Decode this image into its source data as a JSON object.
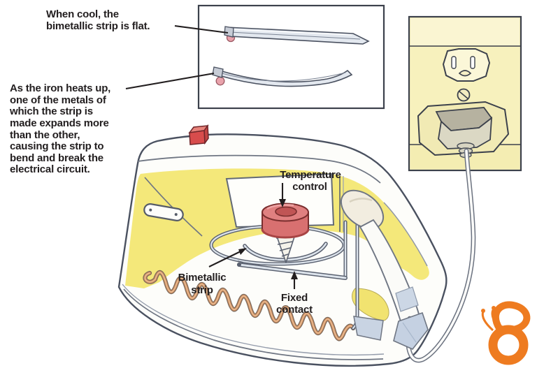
{
  "title": "Iron thermostat bimetallic strip diagram",
  "annotations": {
    "when_cool": {
      "lines": [
        "When cool, the",
        "bimetallic strip is flat."
      ]
    },
    "heats_up": {
      "lines": [
        "As the iron heats up,",
        "one of the metals of",
        "which the strip is",
        "made expands more",
        "than the other,",
        "causing the strip to",
        "bend and break the",
        "electrical circuit."
      ]
    },
    "temperature_control": {
      "lines": [
        "Temperature",
        "control"
      ]
    },
    "bimetallic_strip": {
      "lines": [
        "Bimetallic",
        "strip"
      ]
    },
    "fixed_contact": {
      "lines": [
        "Fixed",
        "contact"
      ]
    }
  },
  "inset": {
    "strips": [
      {
        "name": "flat-bimetallic-strip",
        "state": "flat"
      },
      {
        "name": "bent-bimetallic-strip",
        "state": "bent"
      }
    ]
  },
  "colors": {
    "text": "#221e1f",
    "outline": "#4a5160",
    "iron_yellow": "#f4e87a",
    "outlet_plate": "#f7f1bd",
    "knob_red": "#d87070",
    "knob_top": "#e08080",
    "heating_element": "#cf8d60",
    "metal_strip": "#d3dbe6",
    "blue_shading": "#c5d1e2",
    "rivet_pink": "#e9a3ac",
    "logo_orange": "#ee7b20"
  }
}
